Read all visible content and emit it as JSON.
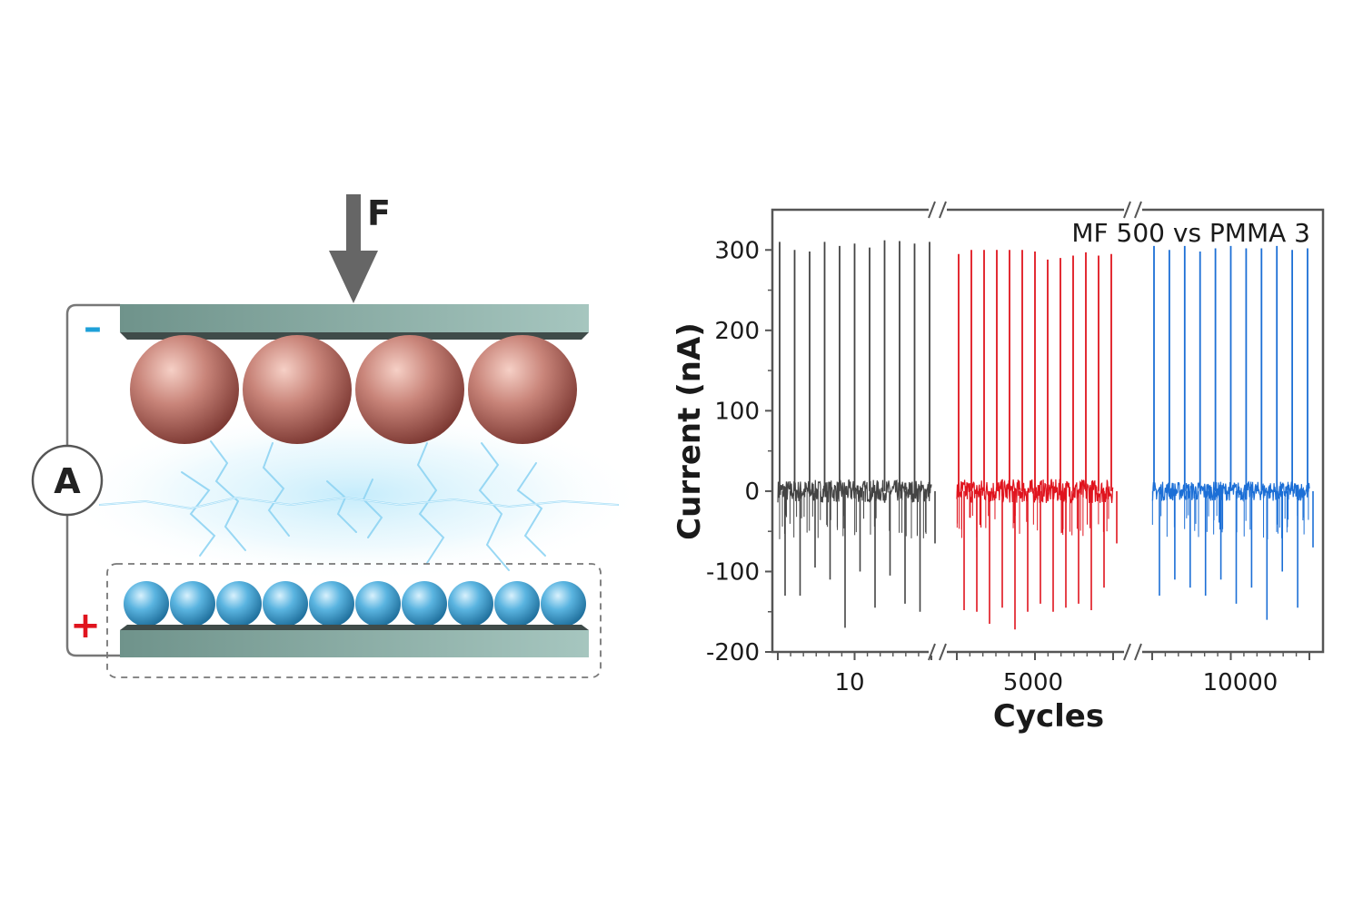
{
  "diagram": {
    "force_label": "F",
    "ammeter_label": "A",
    "top_electrode_sign": "–",
    "bottom_electrode_sign": "+",
    "colors": {
      "plate": "#7fa79e",
      "large_sphere": "#c47a6e",
      "small_sphere": "#5ab4e0",
      "discharge": "#9fdcf5",
      "negative_sign": "#1ea0d8",
      "positive_sign": "#e0141e",
      "arrow": "#666666"
    }
  },
  "chart_data": {
    "type": "line",
    "title": "",
    "legend": "MF 500 vs PMMA 3",
    "xlabel": "Cycles",
    "ylabel": "Current (nA)",
    "ylim": [
      -200,
      350
    ],
    "yticks": [
      300,
      200,
      100,
      0,
      -100,
      -200
    ],
    "ytick_labels": [
      "300",
      "200",
      "100",
      "0",
      "-100",
      "-200"
    ],
    "axis_break": true,
    "segments": [
      {
        "label": "10",
        "color": "#444444",
        "baseline_noise": 14,
        "positive_peaks": [
          310,
          300,
          298,
          310,
          305,
          308,
          303,
          312,
          311,
          308,
          310
        ],
        "negative_peaks": [
          -130,
          -130,
          -95,
          -110,
          -170,
          -100,
          -145,
          -105,
          -140,
          -150,
          -65
        ]
      },
      {
        "label": "5000",
        "color": "#e0141e",
        "baseline_noise": 15,
        "positive_peaks": [
          295,
          300,
          300,
          300,
          300,
          300,
          298,
          288,
          290,
          293,
          297,
          293,
          295
        ],
        "negative_peaks": [
          -148,
          -150,
          -165,
          -145,
          -172,
          -150,
          -140,
          -150,
          -145,
          -140,
          -148,
          -120,
          -65
        ]
      },
      {
        "label": "10000",
        "color": "#1c6fd6",
        "baseline_noise": 12,
        "positive_peaks": [
          305,
          300,
          305,
          298,
          302,
          305,
          302,
          302,
          305,
          300,
          302
        ],
        "negative_peaks": [
          -130,
          -110,
          -120,
          -130,
          -110,
          -140,
          -120,
          -160,
          -100,
          -145,
          -70
        ]
      }
    ]
  }
}
